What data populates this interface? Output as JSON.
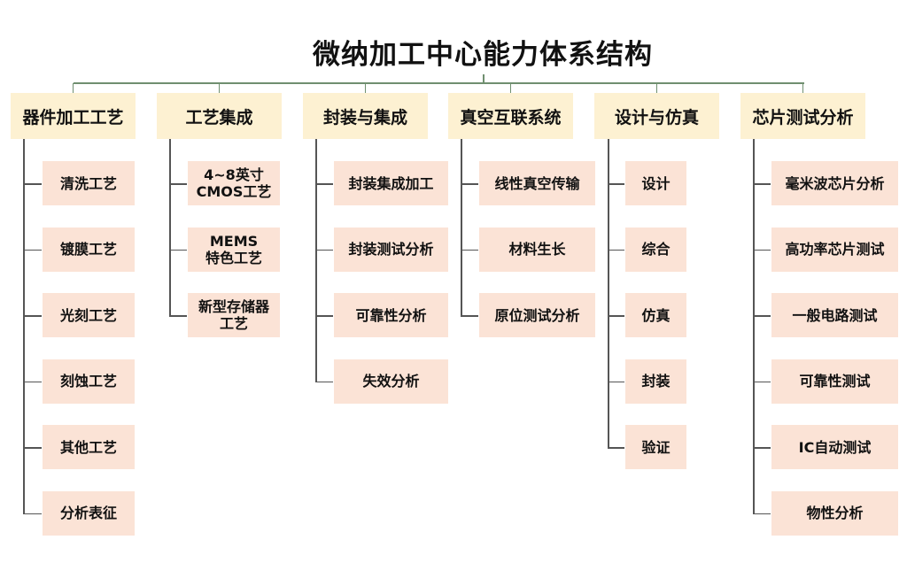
{
  "title": "微纳加工中心能力体系结构",
  "columns": [
    {
      "label": "器件加工工艺",
      "items": [
        "清洗工艺",
        "镀膜工艺",
        "光刻工艺",
        "刻蚀工艺",
        "其他工艺",
        "分析表征"
      ]
    },
    {
      "label": "工艺集成",
      "items": [
        "4~8英寸\nCMOS工艺",
        "MEMS\n特色工艺",
        "新型存储器\n工艺"
      ]
    },
    {
      "label": "封装与集成",
      "items": [
        "封装集成加工",
        "封装测试分析",
        "可靠性分析",
        "失效分析"
      ]
    },
    {
      "label": "真空互联系统",
      "items": [
        "线性真空传输",
        "材料生长",
        "原位测试分析"
      ]
    },
    {
      "label": "设计与仿真",
      "items": [
        "设计",
        "综合",
        "仿真",
        "封装",
        "验证"
      ]
    },
    {
      "label": "芯片测试分析",
      "items": [
        "毫米波芯片分析",
        "高功率芯片测试",
        "一般电路测试",
        "可靠性测试",
        "IC自动测试",
        "物性分析"
      ]
    }
  ]
}
